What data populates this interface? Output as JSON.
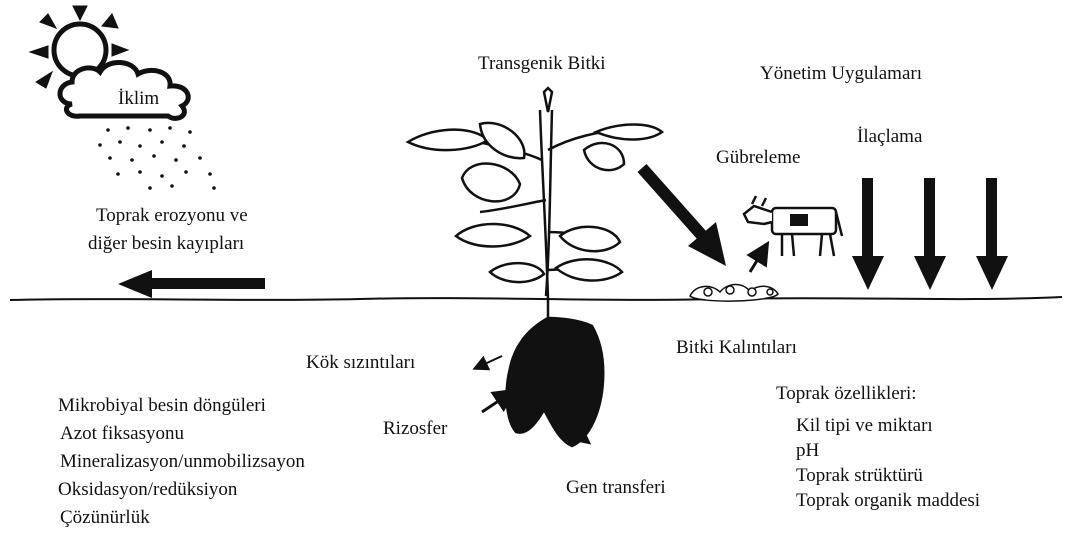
{
  "climate_label": "İklim",
  "transgenic_plant_label": "Transgenik Bitki",
  "management_label": "Yönetim Uygulamarı",
  "spraying_label": "İlaçlama",
  "fertilizing_label": "Gübreleme",
  "erosion_label": {
    "line1": "Toprak erozyonu ve",
    "line2": "diğer besin kayıpları"
  },
  "root_exudates_label": "Kök sızıntıları",
  "plant_residues_label": "Bitki Kalıntıları",
  "rhizosphere_label": "Rizosfer",
  "gene_transfer_label": "Gen transferi",
  "microbial_processes": [
    "Mikrobiyal besin döngüleri",
    "Azot fiksasyonu",
    "Mineralizasyon/unmobilizsayon",
    "Oksidasyon/redüksiyon",
    "Çözünürlük"
  ],
  "soil_properties": {
    "title": "Toprak özellikleri:",
    "items": [
      "Kil tipi ve miktarı",
      "pH",
      "Toprak strüktürü",
      "Toprak organik maddesi"
    ]
  },
  "colors": {
    "ink": "#111111",
    "background": "#ffffff"
  }
}
